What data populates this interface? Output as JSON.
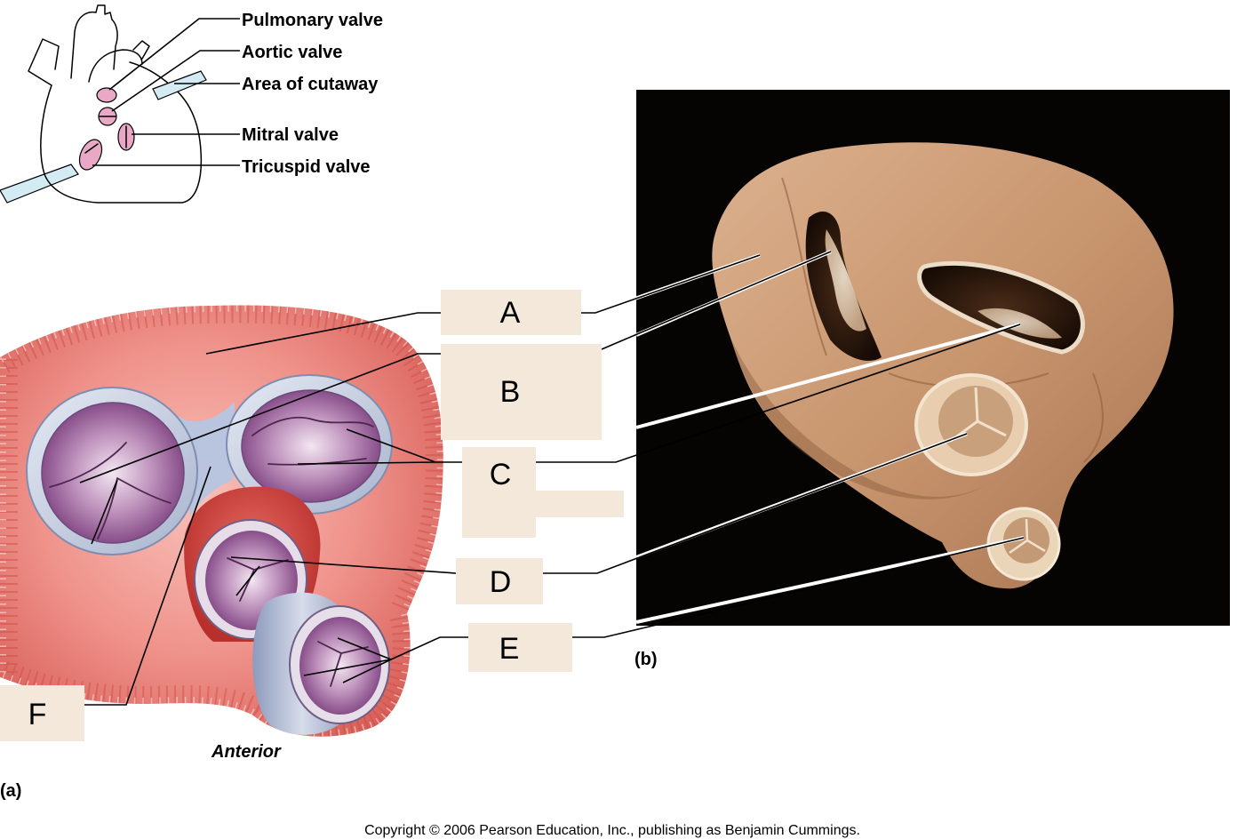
{
  "top_labels": {
    "pulmonary": "Pulmonary valve",
    "aortic": "Aortic valve",
    "cutaway": "Area of cutaway",
    "mitral": "Mitral valve",
    "tricuspid": "Tricuspid valve"
  },
  "label_boxes": {
    "a": "A",
    "b": "B",
    "c": "C",
    "d": "D",
    "e": "E",
    "f": "F"
  },
  "orientation": "Anterior",
  "panel_a": "(a)",
  "panel_b": "(b)",
  "copyright": "Copyright © 2006 Pearson Education, Inc., publishing as Benjamin Cummings.",
  "colors": {
    "label_box": "#f4e8da",
    "photo_background": "#050403",
    "valve_marker": "#e9a9c6",
    "cutaway_plane": "#d3ecf3"
  }
}
